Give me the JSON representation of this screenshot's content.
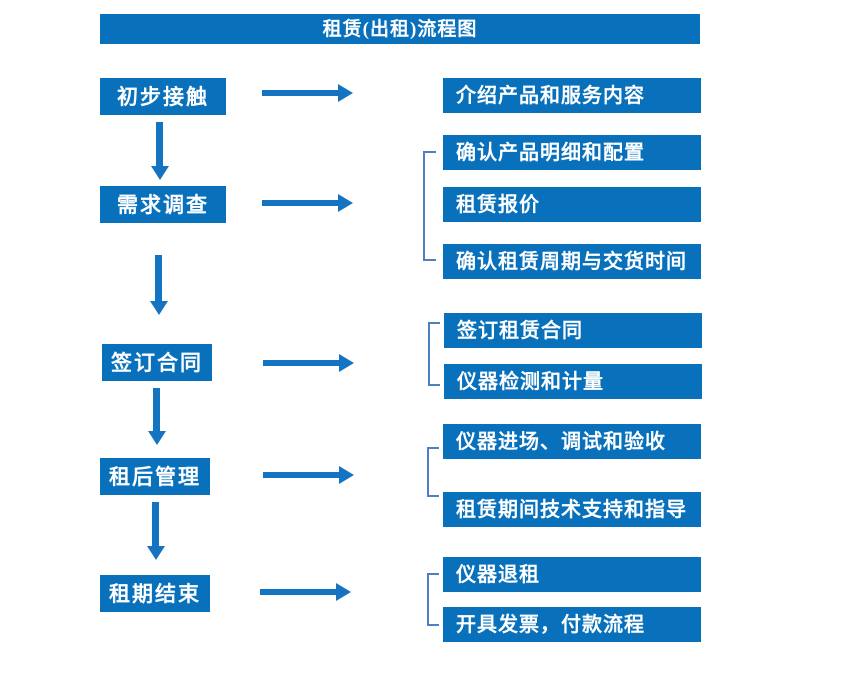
{
  "title": "租赁(出租)流程图",
  "colors": {
    "box_fill": "#0971bc",
    "arrow": "#1474c2",
    "bracket": "#4d80c0",
    "text": "#ffffff",
    "background": "#ffffff"
  },
  "flow": {
    "stages": [
      {
        "label": "初步接触",
        "details": [
          "介绍产品和服务内容"
        ]
      },
      {
        "label": "需求调查",
        "details": [
          "确认产品明细和配置",
          "租赁报价",
          "确认租赁周期与交货时间"
        ]
      },
      {
        "label": "签订合同",
        "details": [
          "签订租赁合同",
          "仪器检测和计量"
        ]
      },
      {
        "label": "租后管理",
        "details": [
          "仪器进场、调试和验收",
          "租赁期间技术支持和指导"
        ]
      },
      {
        "label": "租期结束",
        "details": [
          "仪器退租",
          "开具发票，付款流程"
        ]
      }
    ]
  }
}
